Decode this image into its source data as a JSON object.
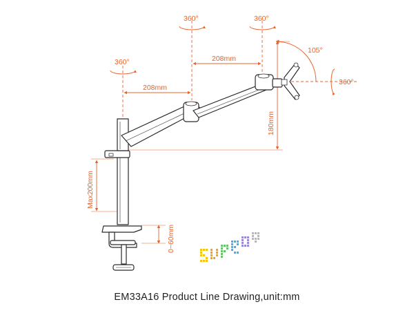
{
  "diagram": {
    "caption": "EM33A16 Product Line Drawing,unit:mm",
    "rotation_top_left": "360°",
    "rotation_top_right": "360°",
    "rotation_mid_left": "360°",
    "rotation_right": "360°",
    "tilt_angle": "105°",
    "upper_arm_length": "208mm",
    "lower_arm_length": "208mm",
    "vertical_reach": "180mm",
    "pole_height": "Max200mm",
    "clamp_range": "0~60mm",
    "accent_color": "#e8632b",
    "line_color": "#2a2a2a"
  }
}
